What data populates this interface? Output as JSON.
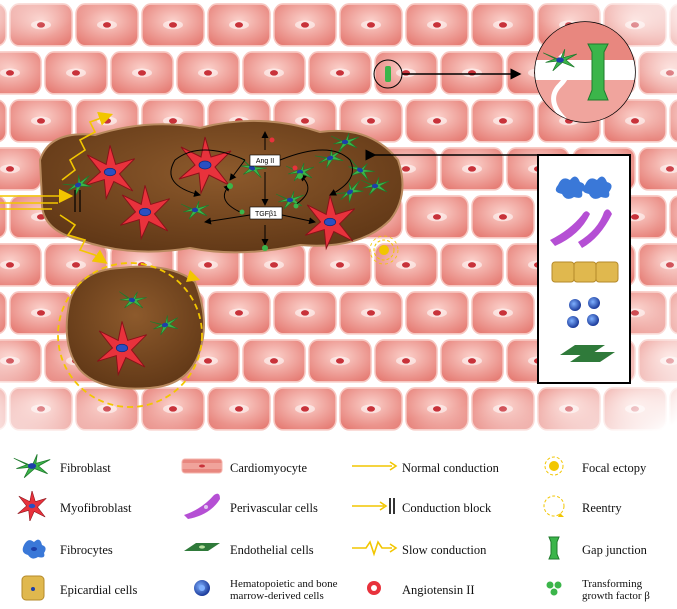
{
  "diagram": {
    "labels": {
      "ang2": "Ang II",
      "tgfb1": "TGFβ1"
    }
  },
  "legend": {
    "items": [
      {
        "key": "fibroblast",
        "label": "Fibroblast"
      },
      {
        "key": "cardiomyocyte",
        "label": "Cardiomyocyte"
      },
      {
        "key": "normal_conduction",
        "label": "Normal conduction"
      },
      {
        "key": "focal_ectopy",
        "label": "Focal ectopy"
      },
      {
        "key": "myofibroblast",
        "label": "Myofibroblast"
      },
      {
        "key": "perivascular",
        "label": "Perivascular cells"
      },
      {
        "key": "conduction_block",
        "label": "Conduction block"
      },
      {
        "key": "reentry",
        "label": "Reentry"
      },
      {
        "key": "fibrocytes",
        "label": "Fibrocytes"
      },
      {
        "key": "endothelial",
        "label": "Endothelial cells"
      },
      {
        "key": "slow_conduction",
        "label": "Slow conduction"
      },
      {
        "key": "gap_junction",
        "label": "Gap junction"
      },
      {
        "key": "epicardial",
        "label": "Epicardial cells"
      },
      {
        "key": "hematopoietic_line1",
        "label": "Hematopoietic and bone"
      },
      {
        "key": "hematopoietic_line2",
        "label": "marrow-derived cells"
      },
      {
        "key": "angiotensin",
        "label": "Angiotensin II"
      },
      {
        "key": "tgf_line1",
        "label": "Transforming"
      },
      {
        "key": "tgf_line2",
        "label": "growth factor β"
      }
    ]
  },
  "colors": {
    "muscle": "#e8877f",
    "muscle_light": "#f5b5ae",
    "fibrosis": "#7a4a22",
    "fibroblast": "#3bb54a",
    "myofibroblast": "#e8323c",
    "conduction": "#f2c600",
    "fibrocyte": "#3a78d8",
    "perivascular": "#b54fd4",
    "epicardial": "#e0b84e",
    "nucleus": "#1e3fa8"
  }
}
